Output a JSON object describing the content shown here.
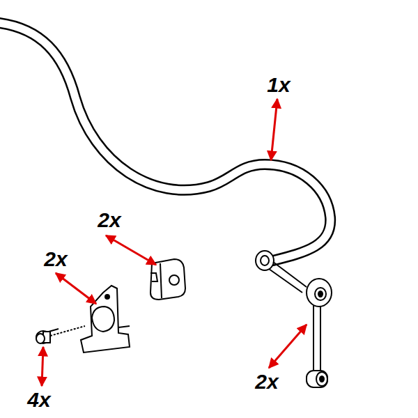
{
  "diagram": {
    "labels": [
      "1x",
      "2x",
      "2x",
      "4x",
      "2x"
    ]
  }
}
